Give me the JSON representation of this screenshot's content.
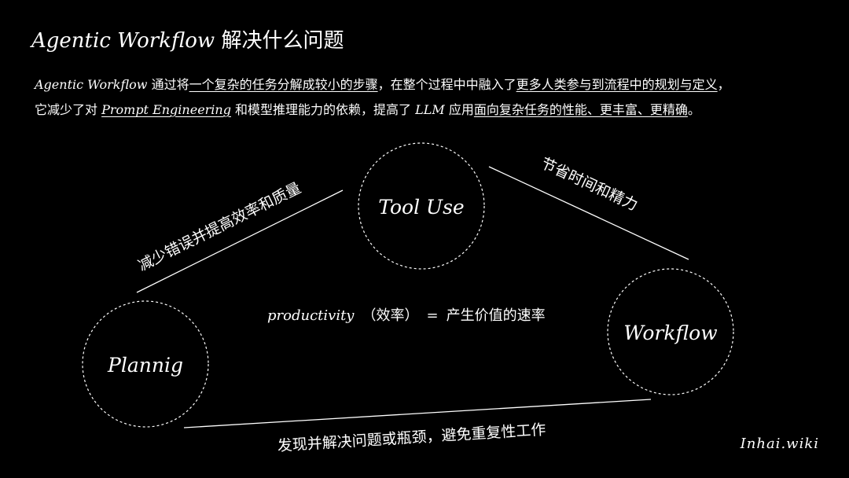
{
  "title": {
    "en": "Agentic Workflow",
    "zh": "解决什么问题"
  },
  "intro": {
    "line1": {
      "agentic": "Agentic Workflow",
      "t1": " 通过将",
      "u1": "一个复杂的任务分解成较小的步骤",
      "t2": "，在整个过程中中融入了",
      "u2": "更多人类参与到流程中的规划与定义",
      "t3": "，"
    },
    "line2": {
      "t1": "它减少了对 ",
      "prompt": "Prompt Engineering",
      "t2": " 和模型推理能力的依赖，提高了 ",
      "llm": "LLM",
      "t3": " 应用",
      "u1": "面向复杂任务的性能、更丰富、更精确",
      "t4": "。"
    }
  },
  "nodes": {
    "tool_use": "Tool Use",
    "planning": "Plannig",
    "workflow": "Workflow"
  },
  "edges": {
    "planning_tool": "减少错误并提高效率和质量",
    "tool_workflow": "节省时间和精力",
    "planning_workflow": "发现并解决问题或瓶颈，避免重复性工作"
  },
  "center": {
    "productivity": "productivity",
    "efficiency": "（效率）",
    "equals": "=",
    "definition": "产生价值的速率"
  },
  "brand": "Inhai.wiki",
  "colors": {
    "background": "#000000",
    "foreground": "#ffffff"
  }
}
